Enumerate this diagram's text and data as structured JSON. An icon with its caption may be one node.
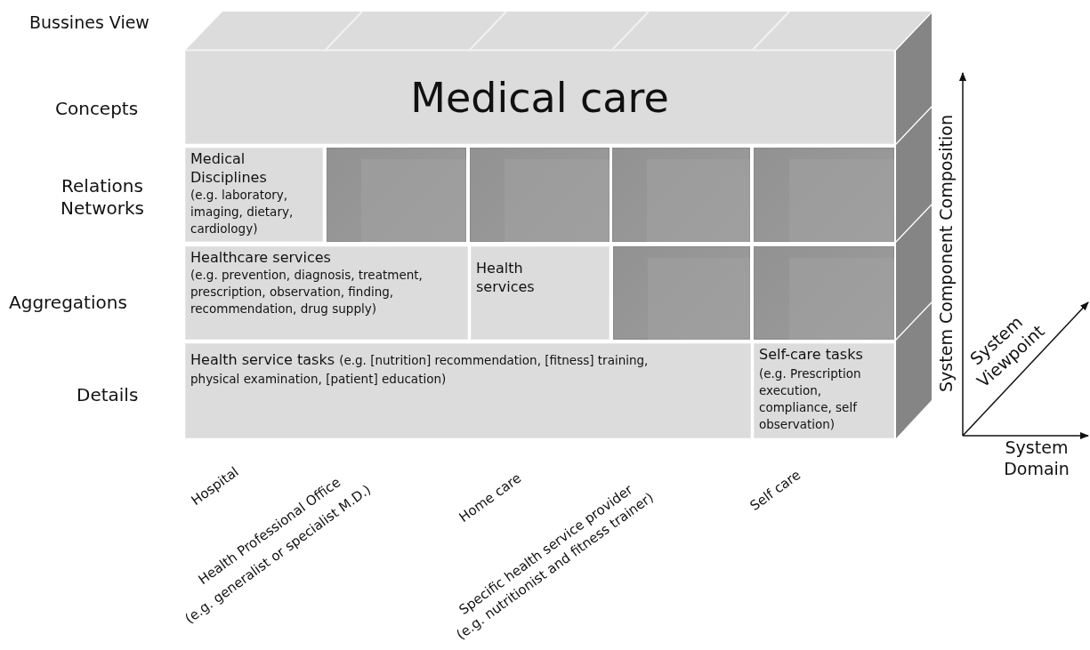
{
  "diagram": {
    "nodes": [
      {
        "text": [
          "Medical care"
        ]
      },
      {
        "text": [
          "Medical Disciplines",
          "(e.g. laboratory, imaging, dietary, cardiology)"
        ]
      },
      {
        "text": [],
        "shape": "box"
      },
      {
        "text": [],
        "shape": "box"
      },
      {
        "text": [],
        "shape": "box"
      },
      {
        "text": [],
        "shape": "box"
      },
      {
        "text": [
          "Healthcare services",
          "(e.g. prevention, diagnosis, treatment, prescription, observation, finding, recommendation, drug supply)"
        ]
      },
      {
        "text": [
          "Health services"
        ]
      },
      {
        "text": [],
        "shape": "box"
      },
      {
        "text": [],
        "shape": "box"
      },
      {
        "text": [
          "Health service tasks",
          "(e.g. [nutrition] recommendation, [fitness] training, physical examination,  [patient] education)"
        ]
      },
      {
        "text": [
          "Self-care tasks",
          "(e.g. Prescription execution, compliance, self observation)"
        ]
      }
    ],
    "edges": [],
    "labels": [
      "Bussines View",
      "Concepts",
      "Relations Networks",
      "Aggregations",
      "Details",
      "System Component Composition",
      "System Viewpoint",
      "System Domain",
      "Hospital",
      "Health Professional Office",
      "(e.g. generalist or specialist M.D.)",
      "Home care",
      "Specific health service provider",
      "(e.g. nutritionist and fitness trainer)",
      "Self care"
    ]
  }
}
